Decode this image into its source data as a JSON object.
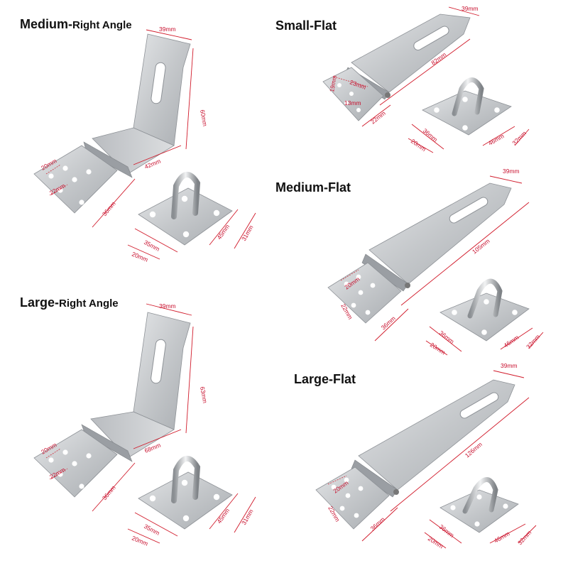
{
  "colors": {
    "dimension": "#d11a2a",
    "steel_light": "#d4d6d8",
    "steel_dark": "#8d9196"
  },
  "panels": [
    {
      "title_big": "Medium-",
      "title_small": "Right Angle",
      "dims": [
        "39mm",
        "60mm",
        "42mm",
        "36mm",
        "20mm",
        "22mm",
        "35mm",
        "20mm",
        "45mm",
        "31mm"
      ]
    },
    {
      "title_big": "Small-Flat",
      "title_small": "",
      "dims": [
        "39mm",
        "82mm",
        "23mm",
        "19mm",
        "13mm",
        "22mm",
        "36mm",
        "20mm",
        "46mm",
        "32mm"
      ]
    },
    {
      "title_big": "Medium-Flat",
      "title_small": "",
      "dims": [
        "39mm",
        "105mm",
        "20mm",
        "22mm",
        "36mm",
        "36mm",
        "20mm",
        "46mm",
        "32mm"
      ]
    },
    {
      "title_big": "Large-",
      "title_small": "Right Angle",
      "dims": [
        "39mm",
        "63mm",
        "68mm",
        "36mm",
        "20mm",
        "22mm",
        "35mm",
        "20mm",
        "45mm",
        "31mm"
      ]
    },
    {
      "title_big": "Large-Flat",
      "title_small": "",
      "dims": [
        "39mm",
        "126mm",
        "20mm",
        "22mm",
        "36mm",
        "36mm",
        "20mm",
        "46mm",
        "32mm"
      ]
    }
  ]
}
